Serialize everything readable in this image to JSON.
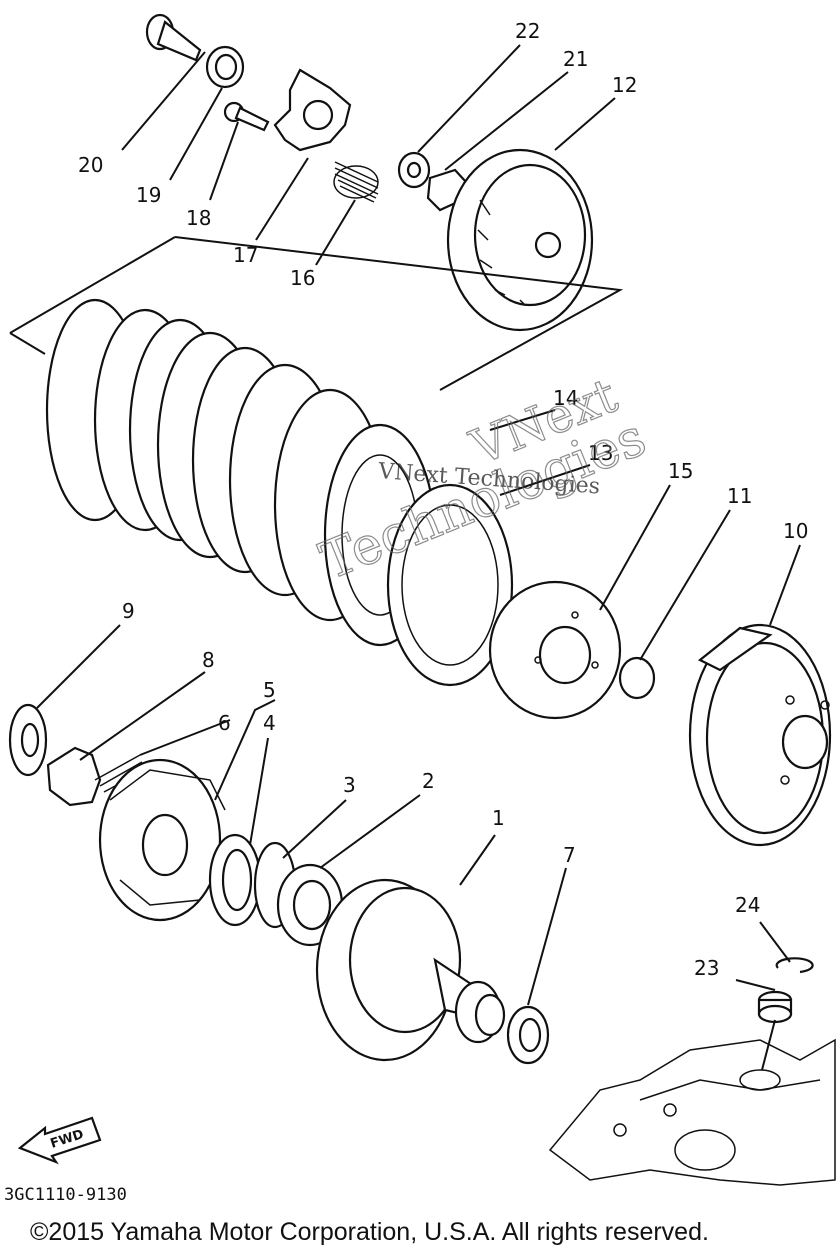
{
  "callouts": [
    "1",
    "2",
    "3",
    "4",
    "5",
    "6",
    "7",
    "8",
    "9",
    "10",
    "11",
    "12",
    "13",
    "14",
    "15",
    "16",
    "17",
    "18",
    "19",
    "20",
    "21",
    "22",
    "23",
    "24"
  ],
  "watermark": {
    "line1": "VNext",
    "line2": "Technologies",
    "line3": "VNext Technologies"
  },
  "fwd_label": "FWD",
  "diagram_code": "3GC1110-9130",
  "copyright": "©2015 Yamaha Motor Corporation, U.S.A. All rights reserved."
}
